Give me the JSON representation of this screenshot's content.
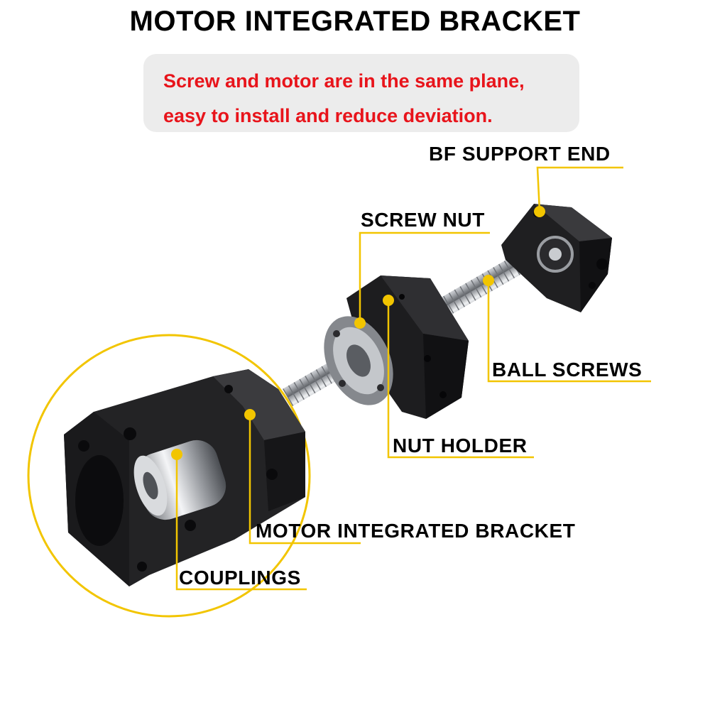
{
  "title": "MOTOR INTEGRATED BRACKET",
  "banner": {
    "line1": "Screw and motor are in the same plane,",
    "line2": "easy to install and reduce deviation."
  },
  "labels": {
    "bf_support_end": "BF SUPPORT END",
    "screw_nut": "SCREW NUT",
    "ball_screws": "BALL SCREWS",
    "nut_holder": "NUT HOLDER",
    "motor_integrated_bracket": "MOTOR INTEGRATED BRACKET",
    "couplings": "COUPLINGS"
  },
  "colors": {
    "accent": "#f2c500",
    "banner_text": "#e8141b",
    "banner_bg": "#ececec",
    "part_black": "#1c1c1e",
    "steel": "#b9bcc1"
  }
}
